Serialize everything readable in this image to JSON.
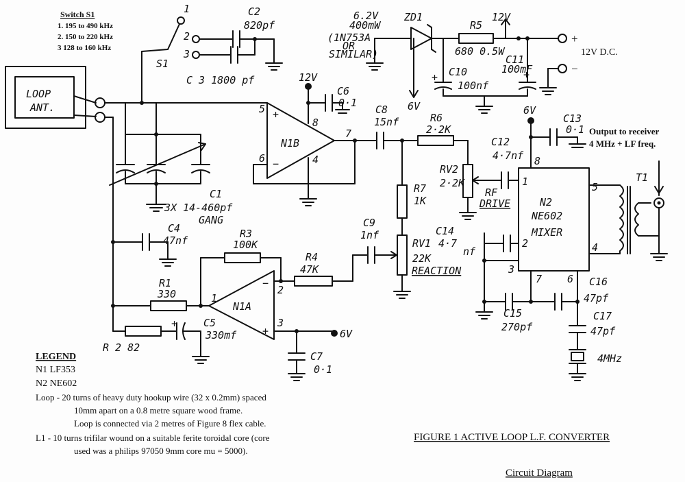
{
  "switch": {
    "title": "Switch S1",
    "ranges": [
      "1.  195 to 490 kHz",
      "2.  150 to 220 kHz",
      "3   128 to 160 kHz"
    ],
    "label": "S1",
    "pos1": "1",
    "pos2": "2",
    "pos3": "3"
  },
  "caps": {
    "c2_name": "C2",
    "c2_val": "820pf",
    "c3": "C 3   1800 pf",
    "c6_name": "C6",
    "c6_val": "0·1",
    "c8_name": "C8",
    "c8_val": "15nf",
    "c10": "C10",
    "c10_val": "100nf",
    "c11": "C11",
    "c11_val": "100mF",
    "c12_name": "C12",
    "c12_val": "4·7nf",
    "c13_name": "C13",
    "c13_val": "0·1",
    "c4_name": "C4",
    "c4_val": "47nf",
    "c9_name": "C9",
    "c9_val": "1nf",
    "c14_name": "C14",
    "c14_val": "4·7",
    "c14_unit": "nf",
    "c5_name": "C5",
    "c5_val": "330mf",
    "c7_name": "C7",
    "c7_val": "0·1",
    "c15": "C15",
    "c15_val": "270pf",
    "c16": "C16",
    "c16_val": "47pf",
    "c17": "C17",
    "c17_val": "47pf",
    "c1_name": "C1",
    "c1_val": "3X 14-460pf",
    "c1_gang": "GANG"
  },
  "supply": {
    "zener": "6.2V",
    "zener_pwr": "400mW",
    "zener_part": "(1N753A",
    "zener_or": "OR",
    "zener_sim": "SIMILAR)",
    "zd1": "ZD1",
    "r5": "R5",
    "r5_val": "680  0.5W",
    "v12": "12V",
    "v12_dc": "12V D.C.",
    "v6": "6V",
    "plus": "+",
    "minus": "−"
  },
  "amps": {
    "n1b": "N1B",
    "n1a": "N1A",
    "pin5": "5",
    "pin6": "6",
    "pin7": "7",
    "pin8": "8",
    "pin4": "4",
    "pin1": "1",
    "pin2": "2",
    "pin3": "3",
    "v12_top": "12V",
    "v6_mid": "6V",
    "v6_top": "6V"
  },
  "res": {
    "r6": "R6",
    "r6_val": "2·2K",
    "r7": "R7",
    "r7_val": "1K",
    "rv2": "RV2",
    "rv2_val": "2·2K",
    "rf": "RF",
    "drive": "DRIVE",
    "rv1": "RV1",
    "rv1_val": "22K",
    "reaction": "REACTION",
    "r3": "R3",
    "r3_val": "100K",
    "r4": "R4",
    "r4_val": "47K",
    "r1": "R1",
    "r1_val": "330",
    "r2": "R 2  82"
  },
  "mixer": {
    "name": "N2",
    "part": "NE602",
    "fn": "MIXER",
    "p1": "1",
    "p2": "2",
    "p3": "3",
    "p4": "4",
    "p5": "5",
    "p6": "6",
    "p7": "7",
    "p8": "8",
    "t1": "T1"
  },
  "output": {
    "line1": "Output to receiver",
    "line2": "4 MHz + LF freq."
  },
  "xtal": "4MHz",
  "loop": {
    "l1": "LOOP",
    "l2": "ANT."
  },
  "legend": {
    "title": "LEGEND",
    "n1": "N1  LF353",
    "n2": "N2  NE602",
    "loop1": "Loop -  20 turns of heavy duty hookup wire (32 x 0.2mm) spaced",
    "loop2": "10mm apart on a 0.8 metre square wood frame.",
    "loop3": "Loop is connected via 2 metres of Figure 8 flex cable.",
    "l1a": "L1 -   10 turns trifilar wound on a suitable ferite toroidal core (core",
    "l1b": "used was a philips 97050 9mm core mu = 5000)."
  },
  "figure": {
    "title": "FIGURE 1   ACTIVE LOOP L.F. CONVERTER",
    "subtitle": "Circuit Diagram"
  }
}
